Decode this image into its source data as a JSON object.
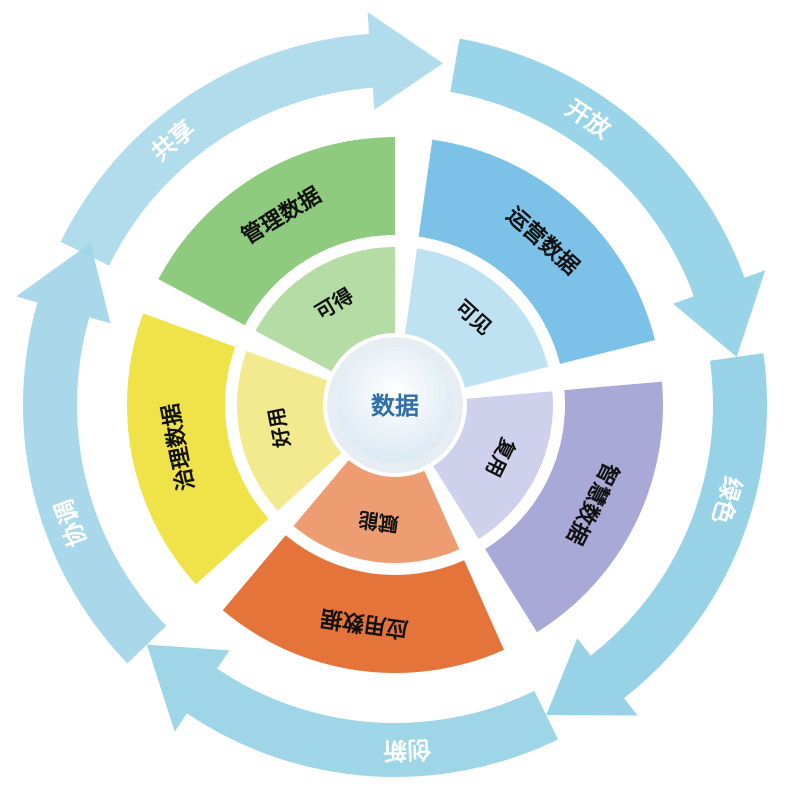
{
  "center": {
    "label": "数据",
    "color": "#2f6ea8"
  },
  "outer_arrows": [
    {
      "label": "共享",
      "color": "#a9d8ea"
    },
    {
      "label": "开放",
      "color": "#8fcfe6"
    },
    {
      "label": "绿色",
      "color": "#8ccde4"
    },
    {
      "label": "创新",
      "color": "#93d1e6"
    },
    {
      "label": "协调",
      "color": "#9fd4e8"
    }
  ],
  "segments": [
    {
      "outer_label": "管理数据",
      "inner_label": "可得",
      "outer_color": "#8fcb7e",
      "inner_color": "#b6dca5"
    },
    {
      "outer_label": "运营数据",
      "inner_label": "可见",
      "outer_color": "#7cc2e8",
      "inner_color": "#bfe2f3"
    },
    {
      "outer_label": "智慧数据",
      "inner_label": "复用",
      "outer_color": "#a9a9d8",
      "inner_color": "#cfd0ec"
    },
    {
      "outer_label": "应用数据",
      "inner_label": "赋能",
      "outer_color": "#e5743a",
      "inner_color": "#ee9c72"
    },
    {
      "outer_label": "治理数据",
      "inner_label": "好用",
      "outer_color": "#f0e34a",
      "inner_color": "#f3e98e"
    }
  ]
}
